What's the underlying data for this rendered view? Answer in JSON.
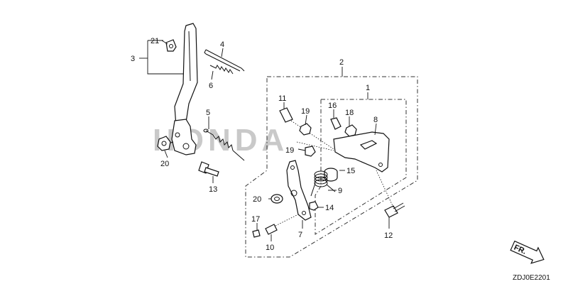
{
  "watermark": {
    "text": "HONDA",
    "color": "#c9c9c9"
  },
  "labels": {
    "p1": "1",
    "p2": "2",
    "p3": "3",
    "p4": "4",
    "p5": "5",
    "p6": "6",
    "p7": "7",
    "p8": "8",
    "p9": "9",
    "p10": "10",
    "p11": "11",
    "p12": "12",
    "p13": "13",
    "p14": "14",
    "p15": "15",
    "p16": "16",
    "p17": "17",
    "p18": "18",
    "p19a": "19",
    "p19b": "19",
    "p20a": "20",
    "p20b": "20",
    "p21": "21"
  },
  "direction": {
    "text": "FR."
  },
  "diagram_code": "ZDJ0E2201"
}
